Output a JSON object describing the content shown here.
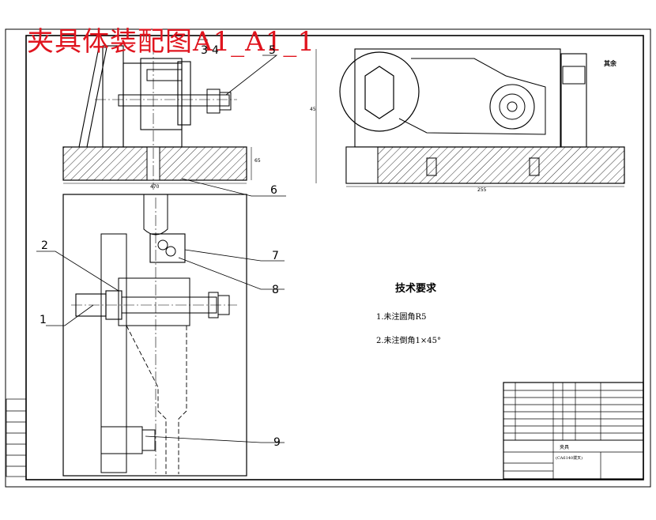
{
  "drawing": {
    "title_overlay": "夹具体装配图A1_A1_1",
    "technical_requirements": {
      "heading": "技术要求",
      "items": [
        "1.未注圆角R5",
        "2.未注倒角1×45°"
      ]
    },
    "callouts": [
      "1",
      "2",
      "3",
      "4",
      "5",
      "6",
      "7",
      "8",
      "9"
    ],
    "roughness_note": "其余",
    "title_block": {
      "part_name": "夹具",
      "drawing_subtitle": "(CA6140拨叉)"
    },
    "colors": {
      "title_red": "#e0141e",
      "line": "#000000"
    }
  }
}
